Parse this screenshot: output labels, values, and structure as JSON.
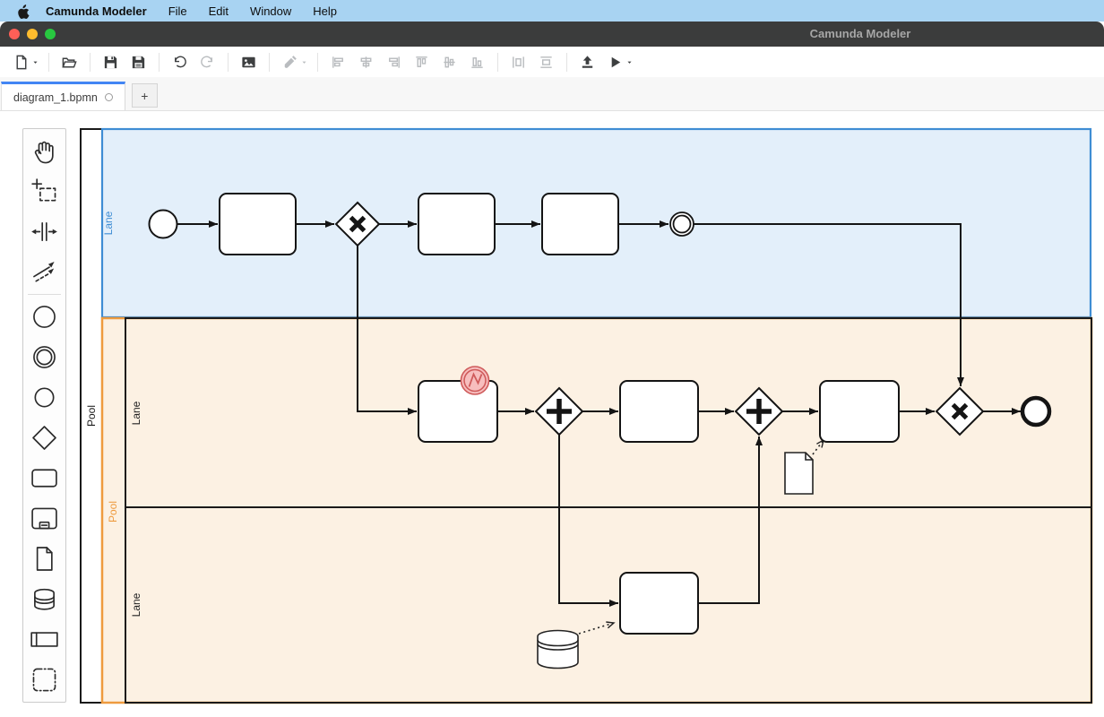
{
  "menu_bar": {
    "app_name": "Camunda Modeler",
    "items": [
      "File",
      "Edit",
      "Window",
      "Help"
    ]
  },
  "title_bar": {
    "title": "Camunda Modeler"
  },
  "toolbar": {
    "groups": [
      [
        {
          "id": "new-file",
          "caret": true
        }
      ],
      [
        {
          "id": "open-file"
        }
      ],
      [
        {
          "id": "save"
        },
        {
          "id": "save-as"
        }
      ],
      [
        {
          "id": "undo"
        },
        {
          "id": "redo",
          "disabled": true
        }
      ],
      [
        {
          "id": "export-image"
        }
      ],
      [
        {
          "id": "format-painter",
          "disabled": true,
          "caret": true
        }
      ],
      [
        {
          "id": "align-left",
          "disabled": true
        },
        {
          "id": "align-vertical-center",
          "disabled": true
        },
        {
          "id": "align-right",
          "disabled": true
        },
        {
          "id": "align-top",
          "disabled": true
        },
        {
          "id": "align-horizontal-center",
          "disabled": true
        },
        {
          "id": "align-bottom",
          "disabled": true
        }
      ],
      [
        {
          "id": "distribute-horizontally",
          "disabled": true
        },
        {
          "id": "distribute-vertically",
          "disabled": true
        }
      ],
      [
        {
          "id": "deploy"
        },
        {
          "id": "start-process",
          "caret": true
        }
      ]
    ]
  },
  "tabs": {
    "active_label": "diagram_1.bpmn",
    "unsaved": true,
    "new_tab_label": "+"
  },
  "palette": {
    "items": [
      "hand-tool",
      "lasso-tool",
      "space-tool",
      "global-connect-tool",
      "separator",
      "create-start-event",
      "create-intermediate-event",
      "create-end-event",
      "create-gateway",
      "create-task",
      "create-expanded-subprocess",
      "create-data-object",
      "create-data-store",
      "create-pool",
      "create-group"
    ]
  },
  "diagram": {
    "outer_pool_label": "Pool",
    "blue_lane_label": "Lane",
    "orange_pool_label": "Pool",
    "orange_lane_top_label": "Lane",
    "orange_lane_bottom_label": "Lane"
  },
  "colors": {
    "tab_accent": "#4285F4",
    "blue_stroke": "#3F8DD4",
    "blue_fill": "#E3EFFA",
    "orange_stroke": "#EE9B3F",
    "orange_fill": "#FCF1E3",
    "red_stroke": "#CF5B5B",
    "red_fill": "#F7BEBE",
    "traffic_red": "#FF5F57",
    "traffic_yellow": "#FEBC2E",
    "traffic_green": "#28C840"
  }
}
